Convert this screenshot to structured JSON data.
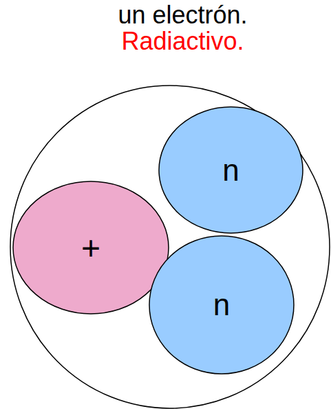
{
  "diagram": {
    "nodes": [
      {
        "text": [
          "+"
        ]
      },
      {
        "text": [
          "n"
        ]
      },
      {
        "text": [
          "n"
        ]
      }
    ],
    "labels": [
      "un electrón.",
      "Radiactivo."
    ]
  }
}
